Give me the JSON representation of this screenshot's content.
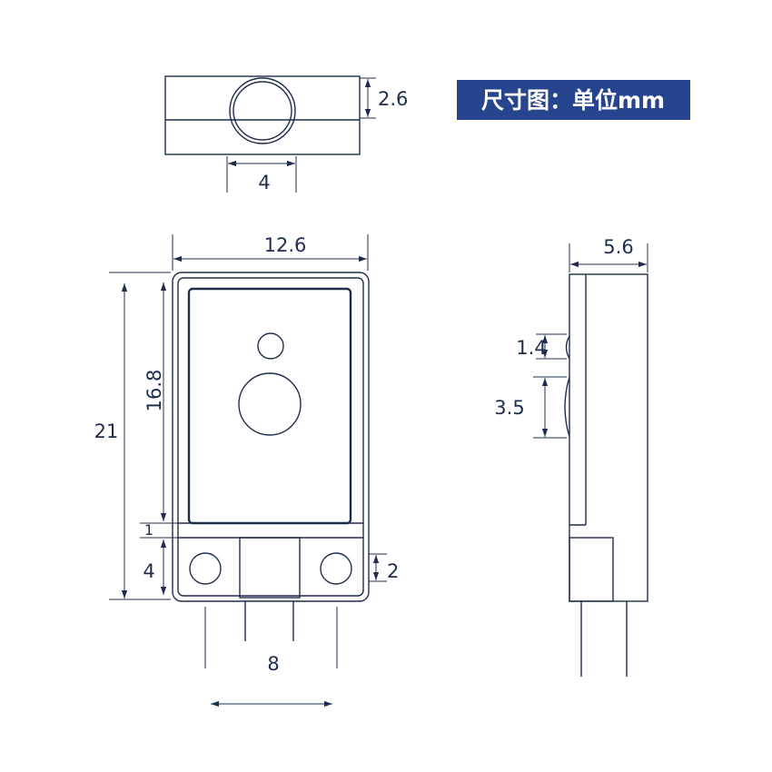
{
  "title": "尺寸图：单位mm",
  "colors": {
    "line": "#1f2d4d",
    "title_bg": "#27448f",
    "title_text": "#ffffff"
  },
  "top_view": {
    "dim_height": "2.6",
    "dim_hole": "4"
  },
  "front_view": {
    "dim_width": "12.6",
    "dim_total_height": "21",
    "dim_panel_height": "16.8",
    "dim_gap": "1",
    "dim_base_height": "4",
    "dim_mount_hole": "2",
    "dim_pin_spacing": "8"
  },
  "side_view": {
    "dim_depth": "5.6",
    "dim_small_bump": "1.4",
    "dim_large_bump": "3.5"
  }
}
